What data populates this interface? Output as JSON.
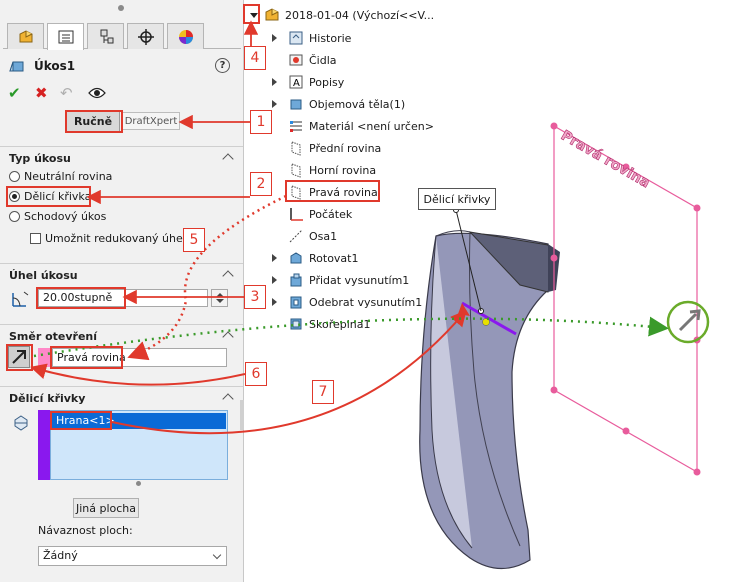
{
  "property_manager": {
    "title": "Úkos1",
    "help_glyph": "?",
    "tab_icons": [
      "feature-manager-icon",
      "property-manager-icon",
      "configuration-manager-icon",
      "dimxpert-icon",
      "display-manager-icon"
    ],
    "buttons": {
      "manual": "Ručně",
      "draftxpert": "DraftXpert"
    },
    "draft_type": {
      "title": "Typ úkosu",
      "options": [
        "Neutrální rovina",
        "Dělicí křivka",
        "Schodový úkos"
      ],
      "selected_index": 1,
      "allow_reduced_angle": "Umožnit redukovaný úhel"
    },
    "draft_angle": {
      "title": "Úhel úkosu",
      "value": "20.00stupně"
    },
    "pull_direction": {
      "title": "Směr otevření",
      "value": "Pravá rovina"
    },
    "parting_lines": {
      "title": "Dělicí křivky",
      "items": [
        "Hrana<1>"
      ],
      "other_face_button": "Jiná plocha",
      "face_propagation_label": "Návaznost ploch:",
      "face_propagation_value": "Žádný"
    }
  },
  "feature_tree": {
    "root": "2018-01-04  (Výchozí<<V...",
    "items": [
      {
        "label": "Historie",
        "icon": "history-icon",
        "expandable": true
      },
      {
        "label": "Čidla",
        "icon": "sensors-icon",
        "expandable": false
      },
      {
        "label": "Popisy",
        "icon": "annotations-icon",
        "expandable": true
      },
      {
        "label": "Objemová těla(1)",
        "icon": "solid-bodies-icon",
        "expandable": true
      },
      {
        "label": "Materiál <není určen>",
        "icon": "material-icon",
        "expandable": false
      },
      {
        "label": "Přední rovina",
        "icon": "plane-icon",
        "expandable": false
      },
      {
        "label": "Horní rovina",
        "icon": "plane-icon",
        "expandable": false
      },
      {
        "label": "Pravá rovina",
        "icon": "plane-icon",
        "expandable": false
      },
      {
        "label": "Počátek",
        "icon": "origin-icon",
        "expandable": false
      },
      {
        "label": "Osa1",
        "icon": "axis-icon",
        "expandable": false
      },
      {
        "label": "Rotovat1",
        "icon": "revolve-icon",
        "expandable": true
      },
      {
        "label": "Přidat vysunutím1",
        "icon": "extrude-boss-icon",
        "expandable": true
      },
      {
        "label": "Odebrat vysunutím1",
        "icon": "extrude-cut-icon",
        "expandable": true
      },
      {
        "label": "Skořepina1",
        "icon": "shell-icon",
        "expandable": false
      }
    ]
  },
  "viewport": {
    "plane_label": "Pravá rovina",
    "parting_line_tag": "Dělicí křivky"
  },
  "callouts": [
    "1",
    "2",
    "3",
    "4",
    "5",
    "6",
    "7"
  ],
  "colors": {
    "callout_red": "#e0392c",
    "dotted_red": "#e0392c",
    "dotted_green": "#3a9a2a",
    "green_circle": "#6aab2a",
    "plane_pink": "#e85c9c",
    "parting_purple": "#8a18ee",
    "selection_blue": "#0a6ad6"
  }
}
